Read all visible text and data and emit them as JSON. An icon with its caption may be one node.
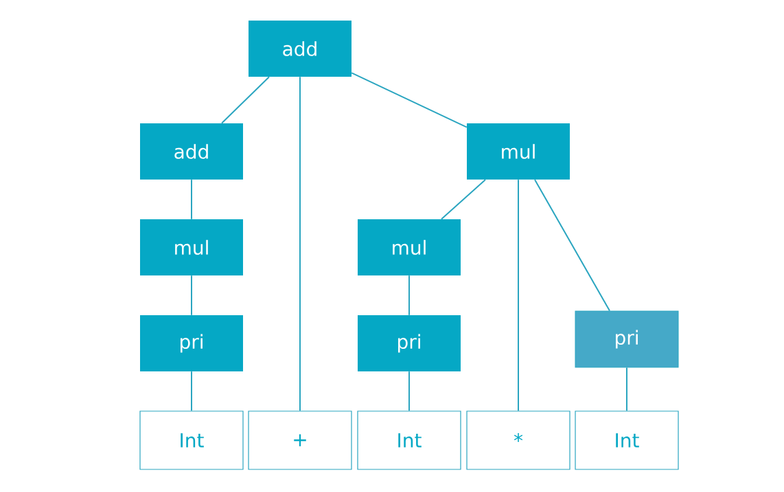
{
  "diagram": {
    "nodes": [
      {
        "text": [
          "add"
        ]
      },
      {
        "text": [
          "add"
        ]
      },
      {
        "text": [
          "mul"
        ]
      },
      {
        "text": [
          "mul"
        ]
      },
      {
        "text": [
          "mul"
        ]
      },
      {
        "text": [
          "pri"
        ]
      },
      {
        "text": [
          "pri"
        ]
      },
      {
        "text": [
          "pri"
        ]
      },
      {
        "text": [
          "Int"
        ]
      },
      {
        "text": [
          "+"
        ]
      },
      {
        "text": [
          "Int"
        ]
      },
      {
        "text": [
          "*"
        ]
      },
      {
        "text": [
          "Int"
        ]
      }
    ],
    "edges": [
      {
        "from": 0,
        "to": 1,
        "arrow": "none"
      },
      {
        "from": 0,
        "to": 9,
        "arrow": "none"
      },
      {
        "from": 0,
        "to": 2,
        "arrow": "none"
      },
      {
        "from": 1,
        "to": 3,
        "arrow": "none"
      },
      {
        "from": 3,
        "to": 5,
        "arrow": "none"
      },
      {
        "from": 5,
        "to": 8,
        "arrow": "none"
      },
      {
        "from": 2,
        "to": 4,
        "arrow": "none"
      },
      {
        "from": 2,
        "to": 11,
        "arrow": "none"
      },
      {
        "from": 2,
        "to": 7,
        "arrow": "none"
      },
      {
        "from": 4,
        "to": 6,
        "arrow": "none"
      },
      {
        "from": 6,
        "to": 10,
        "arrow": "none"
      },
      {
        "from": 7,
        "to": 12,
        "arrow": "none"
      }
    ]
  }
}
